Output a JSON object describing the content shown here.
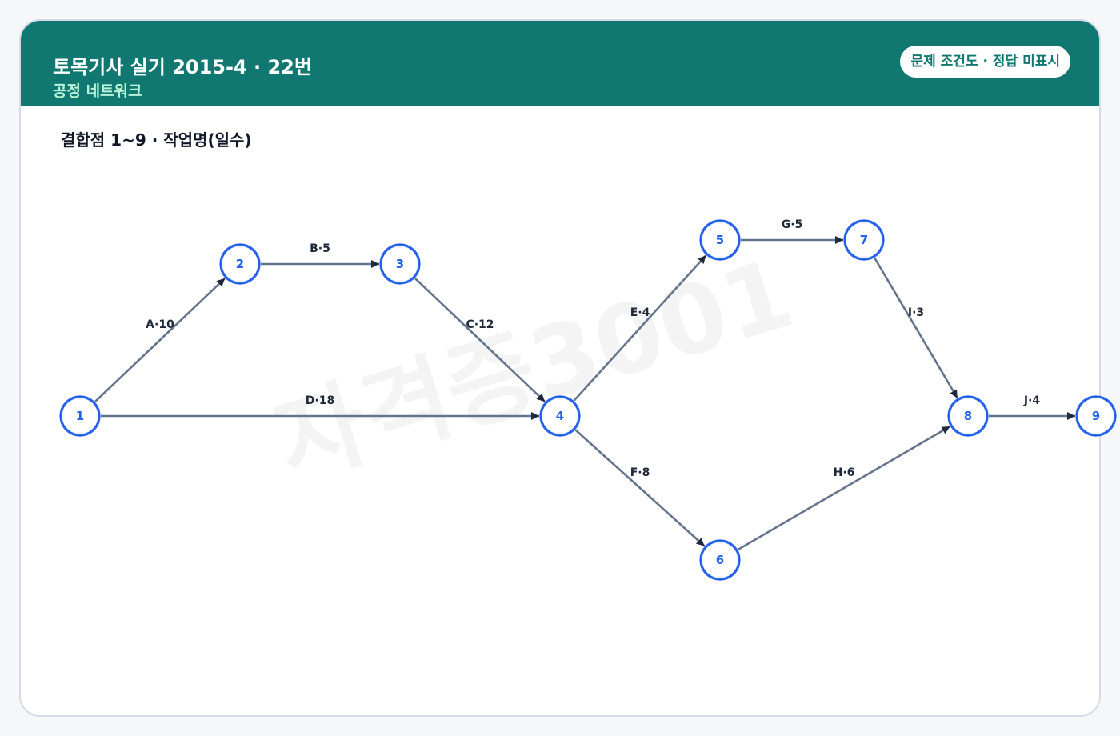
{
  "header": {
    "title": "토목기사 실기 2015-4 · 22번",
    "subtitle": "공정 네트워크",
    "badge": "문제 조건도 · 정답 미표시"
  },
  "section_label": "결합점 1~9 · 작업명(일수)",
  "watermark": "자격증3001",
  "colors": {
    "header_bg": "#107870",
    "subtitle": "#b9f2d6",
    "node_stroke": "#2563eb",
    "edge": "#64748b",
    "arrowhead": "#1e293b"
  },
  "network": {
    "nodes": [
      "1",
      "2",
      "3",
      "4",
      "5",
      "6",
      "7",
      "8",
      "9"
    ],
    "activities": [
      {
        "name": "A",
        "duration": 10,
        "from": "1",
        "to": "2",
        "label": "A·10"
      },
      {
        "name": "B",
        "duration": 5,
        "from": "2",
        "to": "3",
        "label": "B·5"
      },
      {
        "name": "C",
        "duration": 12,
        "from": "3",
        "to": "4",
        "label": "C·12"
      },
      {
        "name": "D",
        "duration": 18,
        "from": "1",
        "to": "4",
        "label": "D·18"
      },
      {
        "name": "E",
        "duration": 4,
        "from": "4",
        "to": "5",
        "label": "E·4"
      },
      {
        "name": "F",
        "duration": 8,
        "from": "4",
        "to": "6",
        "label": "F·8"
      },
      {
        "name": "G",
        "duration": 5,
        "from": "5",
        "to": "7",
        "label": "G·5"
      },
      {
        "name": "H",
        "duration": 6,
        "from": "6",
        "to": "8",
        "label": "H·6"
      },
      {
        "name": "I",
        "duration": 3,
        "from": "7",
        "to": "8",
        "label": "I·3"
      },
      {
        "name": "J",
        "duration": 4,
        "from": "8",
        "to": "9",
        "label": "J·4"
      }
    ]
  }
}
